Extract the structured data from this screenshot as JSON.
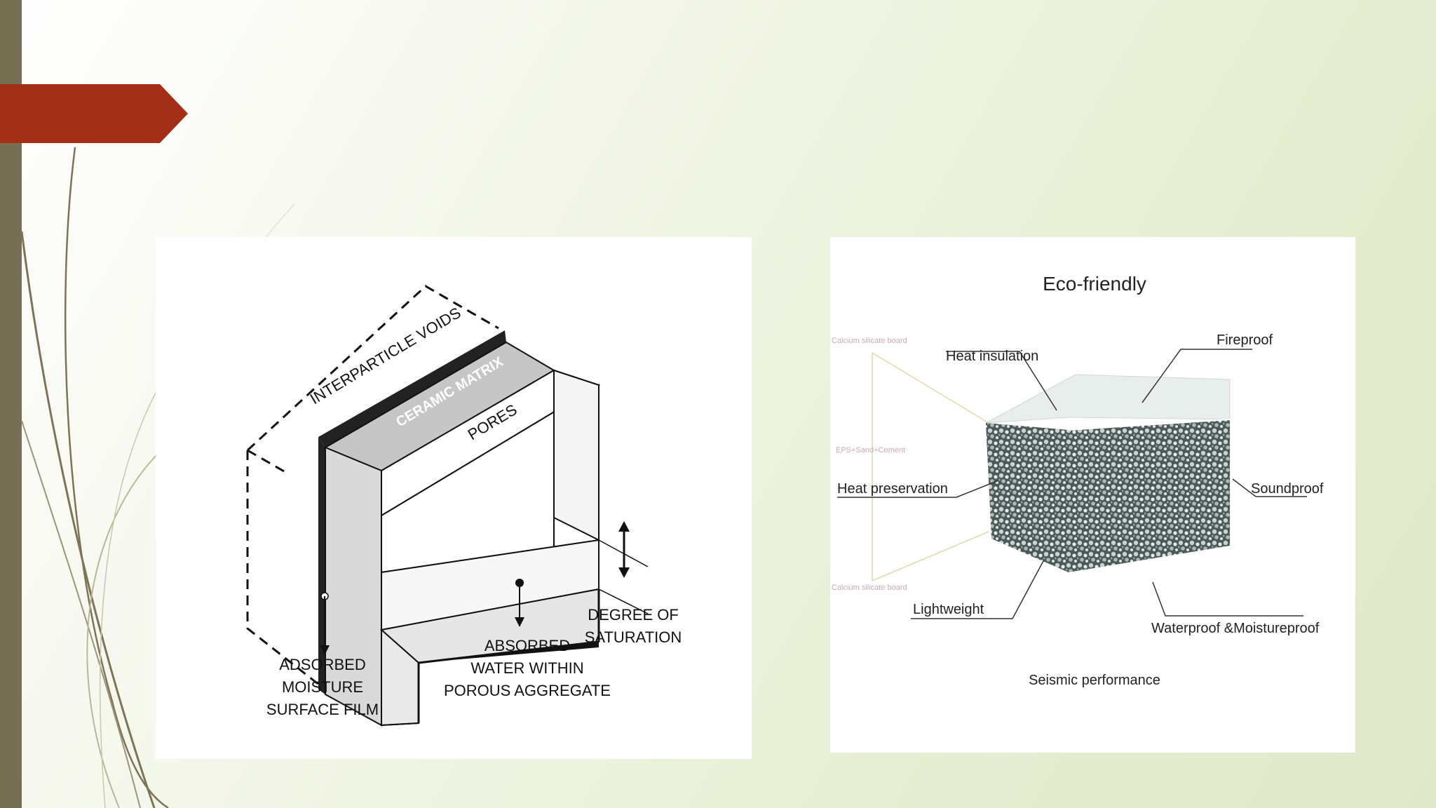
{
  "slide": {
    "accent_color": "#a33016",
    "sidebar_color": "#776f53"
  },
  "left_figure": {
    "labels": {
      "voids": "INTERPARTICLE VOIDS",
      "matrix": "CERAMIC MATRIX",
      "pores": "PORES",
      "saturation_line1": "DEGREE OF",
      "saturation_line2": "SATURATION",
      "absorbed_line1": "ABSORBED",
      "absorbed_line2": "WATER WITHIN",
      "absorbed_line3": "POROUS AGGREGATE",
      "moisture_line1": "ADSORBED",
      "moisture_line2": "MOISTURE",
      "moisture_line3": "SURFACE FILM"
    }
  },
  "right_figure": {
    "title": "Eco-friendly",
    "labels": {
      "heat_insulation": "Heat insulation",
      "fireproof": "Fireproof",
      "heat_preservation": "Heat preservation",
      "soundproof": "Soundproof",
      "lightweight": "Lightweight",
      "waterproof": "Waterproof &Moistureproof",
      "seismic": "Seismic performance"
    },
    "layer_labels": {
      "top": "Calcium silicate board",
      "middle": "EPS+Sand+Cement",
      "bottom": "Calcium silicate board"
    }
  }
}
